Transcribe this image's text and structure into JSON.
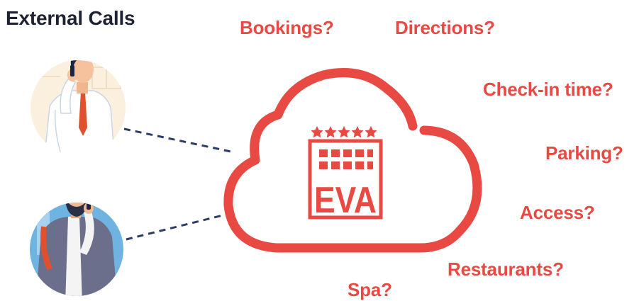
{
  "title": "External Calls",
  "logo_text": "EVA",
  "questions": [
    {
      "label": "Bookings?"
    },
    {
      "label": "Directions?"
    },
    {
      "label": "Check-in time?"
    },
    {
      "label": "Parking?"
    },
    {
      "label": "Access?"
    },
    {
      "label": "Restaurants?"
    },
    {
      "label": "Spa?"
    }
  ],
  "colors": {
    "accent": "#e84a43",
    "title": "#1f2230",
    "connector": "#2e3d66"
  },
  "icons": [
    "male-caller-avatar-icon",
    "bearded-caller-avatar-icon",
    "eva-cloud-logo-icon"
  ]
}
